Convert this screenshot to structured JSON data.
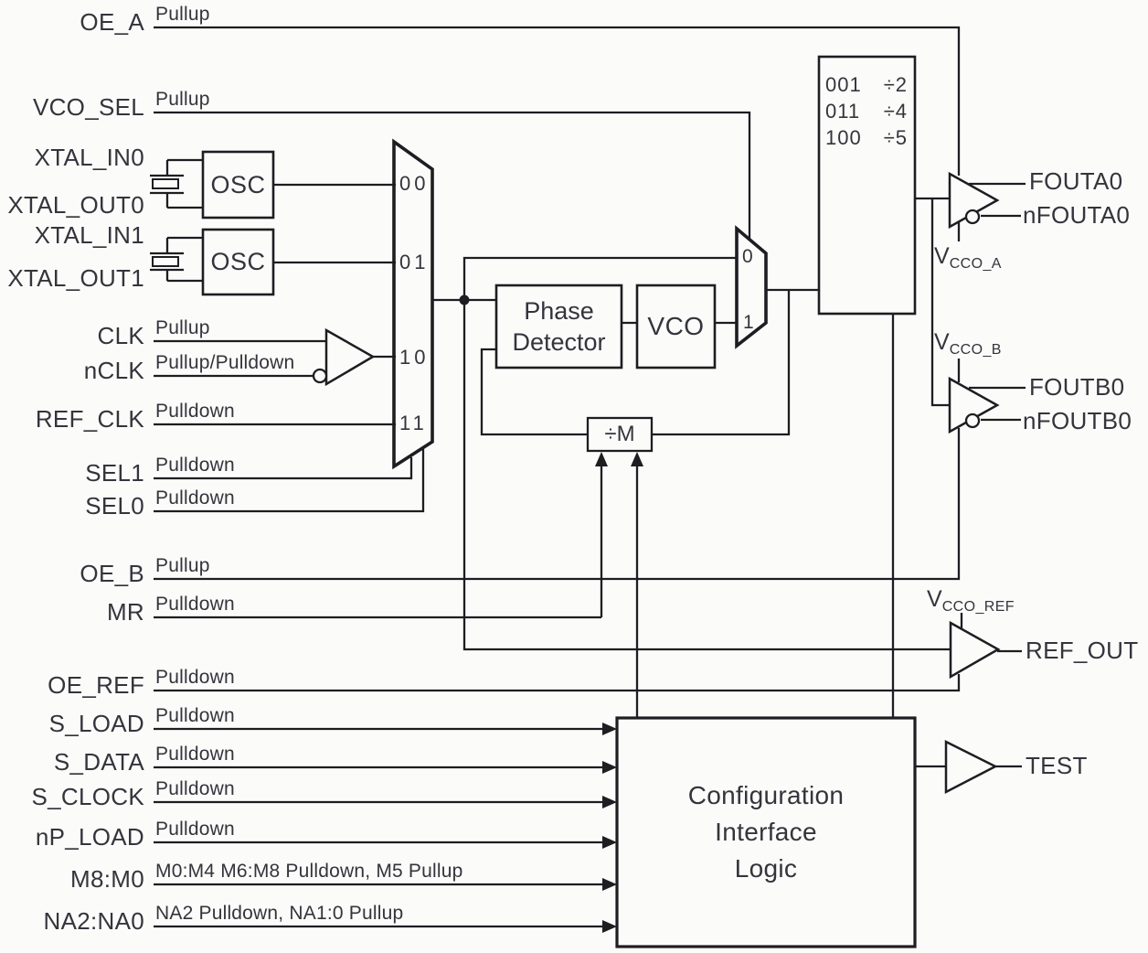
{
  "colors": {
    "background": "#fbfbfa",
    "line": "#1d1d22",
    "text": "#34343c"
  },
  "left_pins": [
    {
      "name": "OE_A",
      "pull": "Pullup"
    },
    {
      "name": "VCO_SEL",
      "pull": "Pullup"
    },
    {
      "name": "XTAL_IN0",
      "pull": ""
    },
    {
      "name": "XTAL_OUT0",
      "pull": ""
    },
    {
      "name": "XTAL_IN1",
      "pull": ""
    },
    {
      "name": "XTAL_OUT1",
      "pull": ""
    },
    {
      "name": "CLK",
      "pull": "Pullup"
    },
    {
      "name": "nCLK",
      "pull": "Pullup/Pulldown"
    },
    {
      "name": "REF_CLK",
      "pull": "Pulldown"
    },
    {
      "name": "SEL1",
      "pull": "Pulldown"
    },
    {
      "name": "SEL0",
      "pull": "Pulldown"
    },
    {
      "name": "OE_B",
      "pull": "Pullup"
    },
    {
      "name": "MR",
      "pull": "Pulldown"
    },
    {
      "name": "OE_REF",
      "pull": "Pulldown"
    },
    {
      "name": "S_LOAD",
      "pull": "Pulldown"
    },
    {
      "name": "S_DATA",
      "pull": "Pulldown"
    },
    {
      "name": "S_CLOCK",
      "pull": "Pulldown"
    },
    {
      "name": "nP_LOAD",
      "pull": "Pulldown"
    },
    {
      "name": "M8:M0",
      "pull": "M0:M4 M6:M8 Pulldown, M5 Pullup"
    },
    {
      "name": "NA2:NA0",
      "pull": "NA2 Pulldown, NA1:0 Pullup"
    }
  ],
  "input_mux": {
    "inputs": [
      "00",
      "01",
      "10",
      "11"
    ]
  },
  "bypass_mux": {
    "inputs": [
      "0",
      "1"
    ]
  },
  "blocks": {
    "osc0": "OSC",
    "osc1": "OSC",
    "phase_detector": [
      "Phase",
      "Detector"
    ],
    "vco": "VCO",
    "feedback_divider": "÷M",
    "config_logic": [
      "Configuration",
      "Interface",
      "Logic"
    ],
    "output_divider_table": [
      {
        "code": "001",
        "ratio": "÷2"
      },
      {
        "code": "011",
        "ratio": "÷4"
      },
      {
        "code": "100",
        "ratio": "÷5"
      }
    ]
  },
  "right_pins": {
    "fouta0": "FOUTA0",
    "nfouta0": "nFOUTA0",
    "foutb0": "FOUTB0",
    "nfoutb0": "nFOUTB0",
    "ref_out": "REF_OUT",
    "test": "TEST"
  },
  "supplies": {
    "vcco_a": {
      "base": "V",
      "sub": "CCO_A"
    },
    "vcco_b": {
      "base": "V",
      "sub": "CCO_B"
    },
    "vcco_ref": {
      "base": "V",
      "sub": "CCO_REF"
    }
  }
}
